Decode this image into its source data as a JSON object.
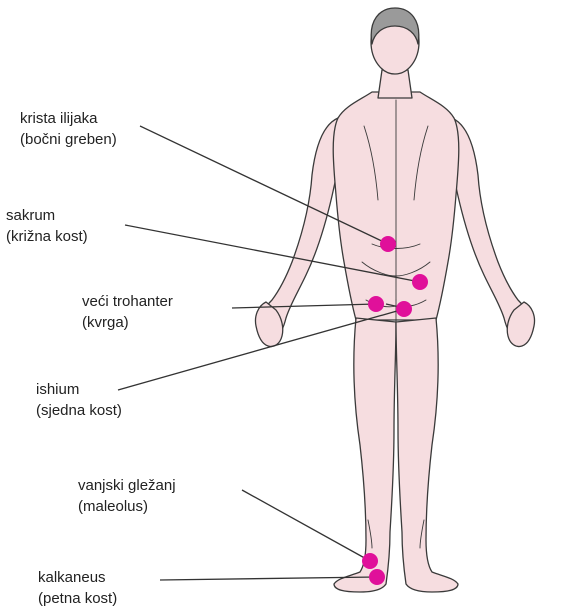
{
  "colors": {
    "skin": "#f6dde0",
    "outline": "#3a3a3a",
    "hair": "#9a9a9a",
    "marker": "#e0109a",
    "leader": "#333333",
    "text": "#222222"
  },
  "labels": [
    {
      "id": "krista",
      "line1": "krista ilijaka",
      "line2": "(bočni greben)"
    },
    {
      "id": "sakrum",
      "line1": "sakrum",
      "line2": "(križna kost)"
    },
    {
      "id": "trohanter",
      "line1": "veći trohanter",
      "line2": "(kvrga)"
    },
    {
      "id": "ishium",
      "line1": "ishium",
      "line2": "(sjedna kost)"
    },
    {
      "id": "maleolus",
      "line1": "vanjski gležanj",
      "line2": "(maleolus)"
    },
    {
      "id": "kalkaneus",
      "line1": "kalkaneus",
      "line2": "(petna kost)"
    }
  ]
}
